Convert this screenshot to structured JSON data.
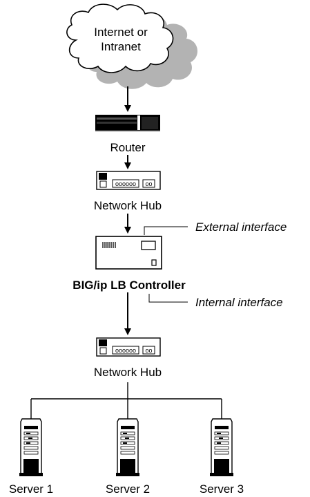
{
  "cloud": {
    "line1": "Internet or",
    "line2": "Intranet"
  },
  "router": {
    "label": "Router"
  },
  "hub_top": {
    "label": "Network Hub"
  },
  "controller": {
    "label": "BIG/ip LB Controller",
    "external_label": "External interface",
    "internal_label": "Internal interface"
  },
  "hub_bottom": {
    "label": "Network Hub"
  },
  "servers": [
    {
      "label": "Server 1"
    },
    {
      "label": "Server 2"
    },
    {
      "label": "Server 3"
    }
  ],
  "colors": {
    "cloud_shadow": "#b3b3b3",
    "line": "#000000",
    "fill": "#ffffff"
  }
}
